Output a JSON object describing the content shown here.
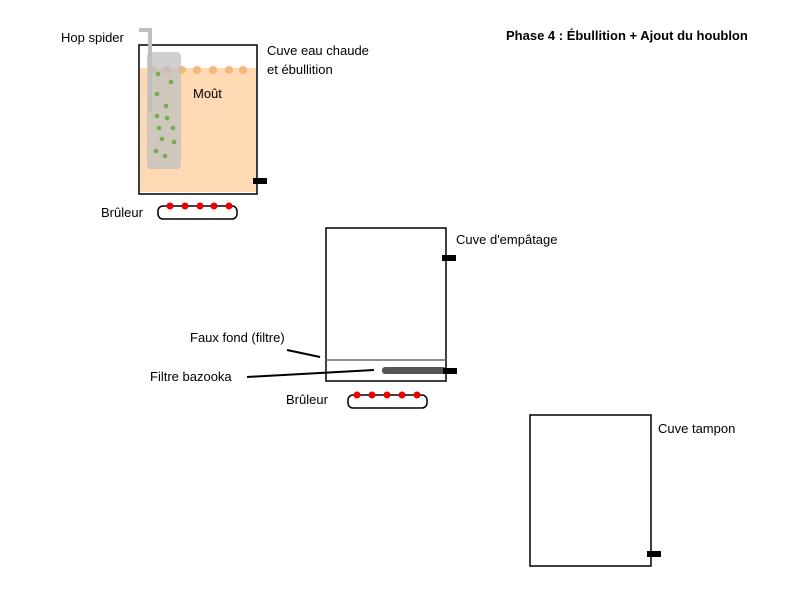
{
  "title": "Phase 4 : Ébullition + Ajout du houblon",
  "labels": {
    "hop_spider": "Hop spider",
    "hot_water_tank": "Cuve eau chaude",
    "hot_water_tank_line2": "et ébullition",
    "wort": "Moût",
    "burner_1": "Brûleur",
    "mash_tun": "Cuve d'empâtage",
    "false_bottom": "Faux fond (filtre)",
    "bazooka_filter": "Filtre bazooka",
    "burner_2": "Brûleur",
    "buffer_tank": "Cuve tampon"
  },
  "colors": {
    "outline": "#000000",
    "wort": "#ffd9b3",
    "wort_surface_bubbles": "#f5b87c",
    "hop_spider": "#bfbfbf",
    "hop_pellets": "#77aa55",
    "flame": "#ee0000",
    "bazooka": "#555555"
  }
}
